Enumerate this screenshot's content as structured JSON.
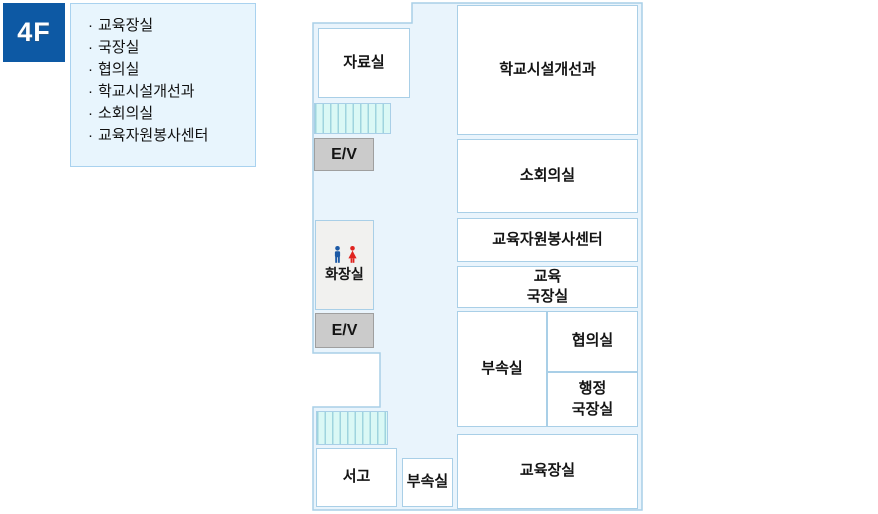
{
  "page_title": "4F floor guide",
  "legend": {
    "floor_label": "4F",
    "bullet": "·",
    "items": [
      "교육장실",
      "국장실",
      "협의실",
      "학교시설개선과",
      "소회의실",
      "교육자원봉사센터"
    ]
  },
  "floorplan": {
    "rooms": {
      "reference": "자료실",
      "facility_division": "학교시설개선과",
      "small_conference": "소회의실",
      "volunteer_center": "교육자원봉사센터",
      "edu_director": {
        "line1": "교육",
        "line2": "국장실"
      },
      "annex_main": "부속실",
      "conference": "협의실",
      "admin_director": {
        "line1": "행정",
        "line2": "국장실"
      },
      "superintendent": "교육장실",
      "stacks": "서고",
      "annex_small": "부속실",
      "restroom": "화장실",
      "elevator_top": "E/V",
      "elevator_bottom": "E/V"
    },
    "colors": {
      "floor_badge": "#0d59a4",
      "legend_bg": "#e8f5fd",
      "legend_border": "#a9d2ef",
      "plan_bg": "#e9f4fc",
      "plan_border": "#a9cfe7",
      "room_bg": "#ffffff",
      "elevator_bg": "#cbcbcb",
      "restroom_bg": "#f1f1ef",
      "stairs_bg": "#daf8f5",
      "man_icon": "#1c5aa6",
      "woman_icon": "#e0231f"
    }
  }
}
